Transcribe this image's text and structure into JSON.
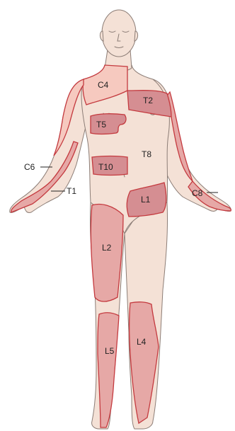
{
  "colors": {
    "background": "#ffffff",
    "skin": "#f4e1d6",
    "skin_outline": "#8c7d76",
    "region_light": "#f6c9bf",
    "region_mid": "#e6a8a6",
    "region_dark": "#d58e92",
    "region_outline": "#c43a3f",
    "pointer_line": "#222222"
  },
  "labels": {
    "c4": "C4",
    "t2": "T2",
    "t5": "T5",
    "t8": "T8",
    "t10": "T10",
    "c6": "C6",
    "t1": "T1",
    "l1": "L1",
    "c8": "C8",
    "l2": "L2",
    "l4": "L4",
    "l5": "L5"
  }
}
